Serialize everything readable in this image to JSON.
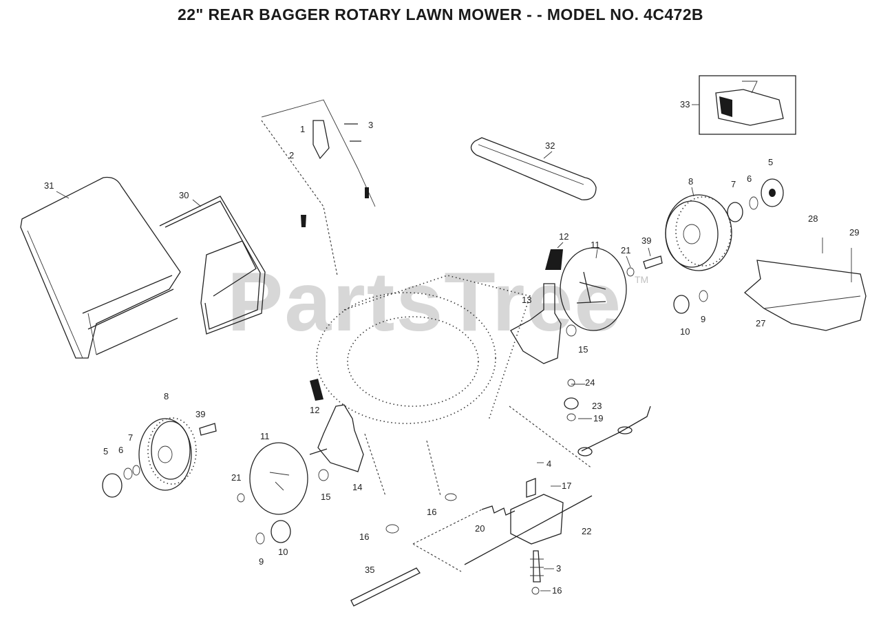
{
  "title": "22\" REAR BAGGER ROTARY LAWN MOWER - - MODEL NO. 4C472B",
  "watermark": "PartsTree",
  "watermark_tm": "TM",
  "callouts": [
    {
      "id": "c1a",
      "text": "1"
    },
    {
      "id": "c2",
      "text": "2"
    },
    {
      "id": "c3a",
      "text": "3"
    },
    {
      "id": "c31",
      "text": "31"
    },
    {
      "id": "c30",
      "text": "30"
    },
    {
      "id": "c32",
      "text": "32"
    },
    {
      "id": "c33",
      "text": "33"
    },
    {
      "id": "c8a",
      "text": "8"
    },
    {
      "id": "c7a",
      "text": "7"
    },
    {
      "id": "c6a",
      "text": "6"
    },
    {
      "id": "c5a",
      "text": "5"
    },
    {
      "id": "c28",
      "text": "28"
    },
    {
      "id": "c29",
      "text": "29"
    },
    {
      "id": "c12a",
      "text": "12"
    },
    {
      "id": "c11a",
      "text": "11"
    },
    {
      "id": "c21a",
      "text": "21"
    },
    {
      "id": "c39a",
      "text": "39"
    },
    {
      "id": "c13",
      "text": "13"
    },
    {
      "id": "c9a",
      "text": "9"
    },
    {
      "id": "c10a",
      "text": "10"
    },
    {
      "id": "c27",
      "text": "27"
    },
    {
      "id": "c15a",
      "text": "15"
    },
    {
      "id": "c24",
      "text": "24"
    },
    {
      "id": "c23",
      "text": "23"
    },
    {
      "id": "c19",
      "text": "19"
    },
    {
      "id": "c8b",
      "text": "8"
    },
    {
      "id": "c39b",
      "text": "39"
    },
    {
      "id": "c12b",
      "text": "12"
    },
    {
      "id": "c11b",
      "text": "11"
    },
    {
      "id": "c5b",
      "text": "5"
    },
    {
      "id": "c6b",
      "text": "6"
    },
    {
      "id": "c7b",
      "text": "7"
    },
    {
      "id": "c21b",
      "text": "21"
    },
    {
      "id": "c15b",
      "text": "15"
    },
    {
      "id": "c14",
      "text": "14"
    },
    {
      "id": "c4",
      "text": "4"
    },
    {
      "id": "c17",
      "text": "17"
    },
    {
      "id": "c16a",
      "text": "16"
    },
    {
      "id": "c16b",
      "text": "16"
    },
    {
      "id": "c20",
      "text": "20"
    },
    {
      "id": "c22",
      "text": "22"
    },
    {
      "id": "c10b",
      "text": "10"
    },
    {
      "id": "c9b",
      "text": "9"
    },
    {
      "id": "c35",
      "text": "35"
    },
    {
      "id": "c3b",
      "text": "3"
    },
    {
      "id": "c16c",
      "text": "16"
    }
  ]
}
